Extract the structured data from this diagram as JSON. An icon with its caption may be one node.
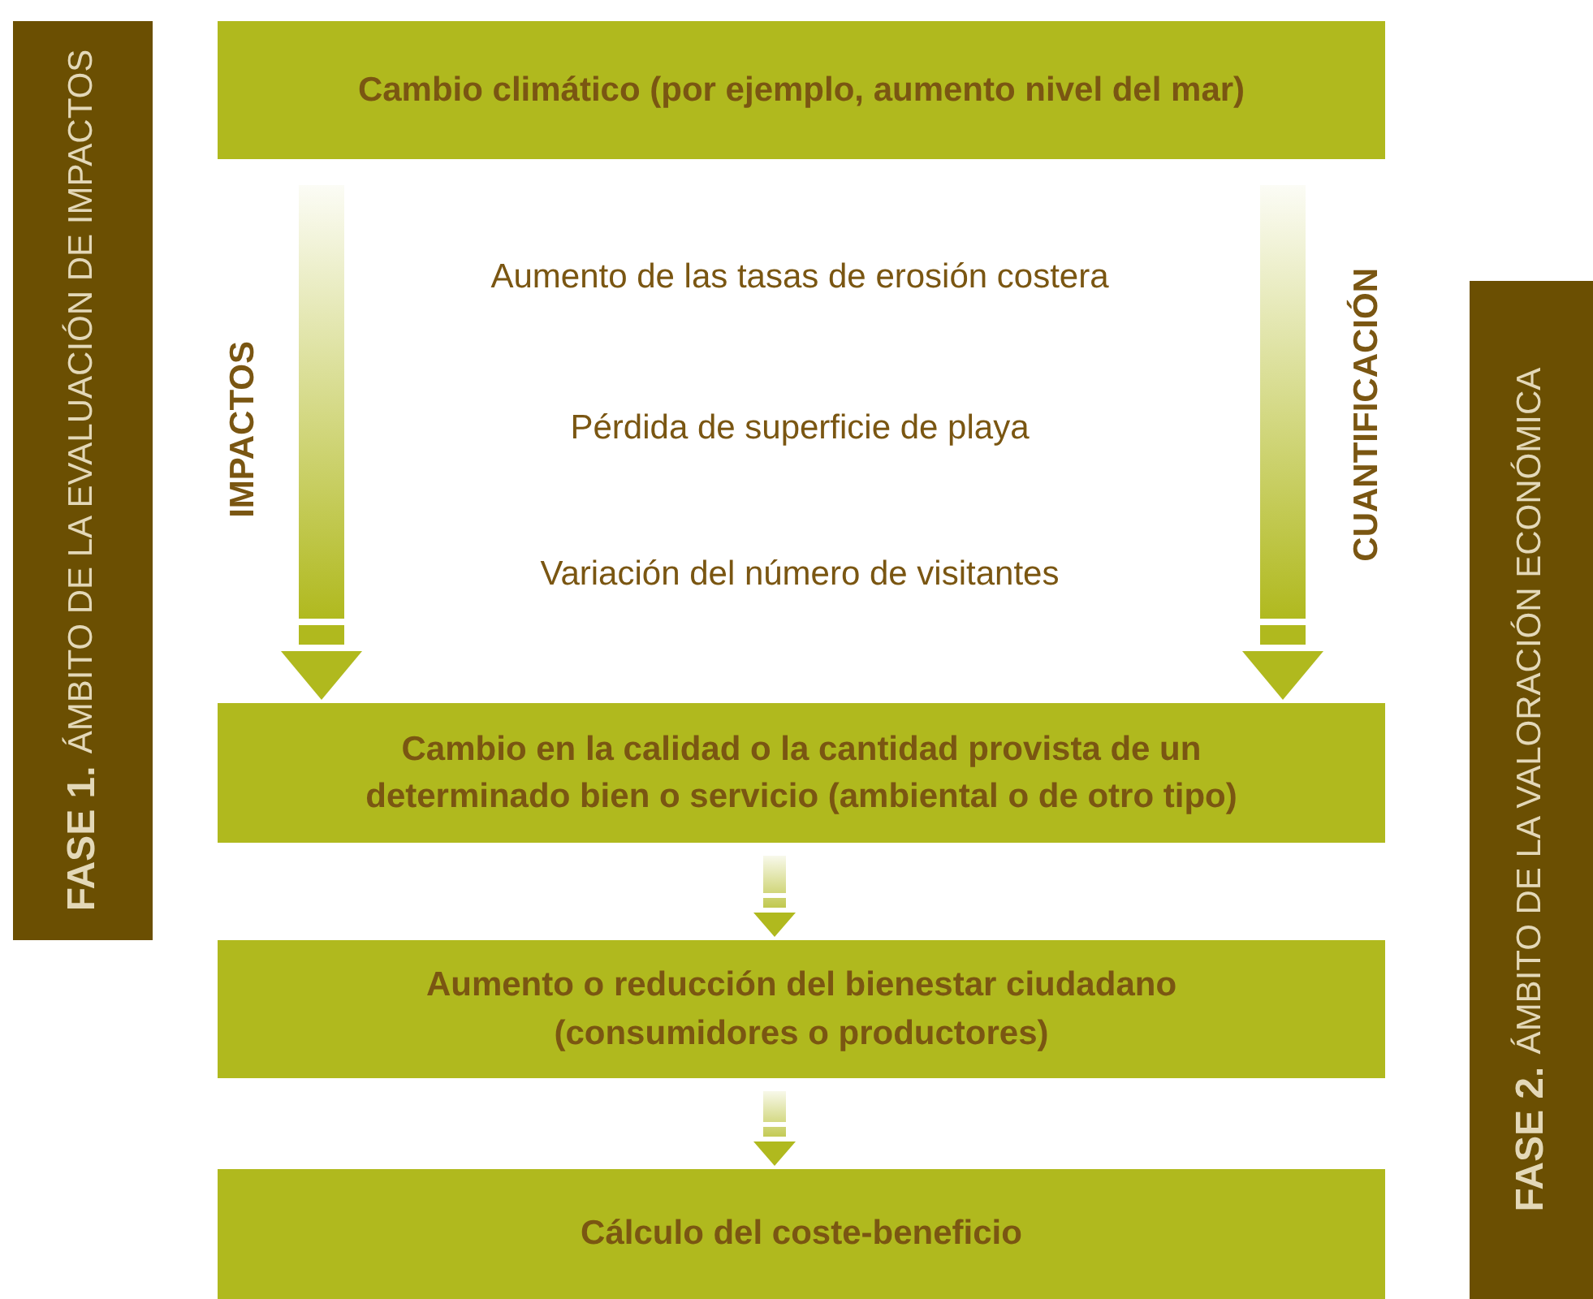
{
  "diagram": {
    "nodes": [
      {
        "text": [
          "Cambio climático (por ejemplo, aumento nivel del mar)"
        ]
      },
      {
        "text": [
          "Cambio en la calidad o la cantidad provista de un determinado bien o servicio (ambiental o de otro tipo)"
        ]
      },
      {
        "text": [
          "Aumento o reducción del bienestar ciudadano (consumidores o productores)"
        ]
      },
      {
        "text": [
          "Cálculo del coste-beneficio"
        ]
      },
      {
        "text": [
          "FASE 1.",
          "ÁMBITO DE LA EVALUACIÓN DE IMPACTOS"
        ]
      },
      {
        "text": [
          "FASE 2.",
          "ÁMBITO DE LA VALORACIÓN ECONÓMICA"
        ]
      }
    ],
    "edges": [
      {
        "from": 0,
        "to": 1,
        "arrow": "to",
        "label": "IMPACTOS"
      },
      {
        "from": 0,
        "to": 1,
        "arrow": "to",
        "label": "CUANTIFICACIÓN"
      },
      {
        "from": 1,
        "to": 2,
        "arrow": "to"
      },
      {
        "from": 2,
        "to": 3,
        "arrow": "to"
      }
    ],
    "labels": [
      "Aumento de las tasas de erosión costera",
      "Pérdida de superficie de playa",
      "Variación del número de visitantes"
    ]
  }
}
